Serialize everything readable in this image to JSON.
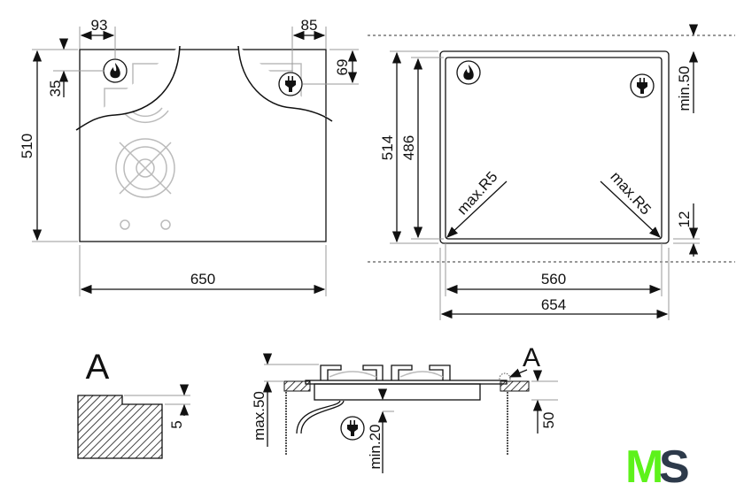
{
  "top_view": {
    "d93": "93",
    "d85": "85",
    "d35": "35",
    "d69": "69",
    "d510": "510",
    "d650": "650"
  },
  "cutout_view": {
    "d514": "514",
    "d486": "486",
    "min50": "min.50",
    "d12": "12",
    "d560": "560",
    "d654": "654",
    "r5_left": "max.R5",
    "r5_right": "max.R5"
  },
  "detail": {
    "label": "A",
    "d5": "5"
  },
  "section": {
    "max50": "max.50",
    "min20": "min.20",
    "d50": "50",
    "label": "A"
  },
  "logo": {
    "text_m": "M",
    "text_s": "S",
    "color_m": "#5df21a",
    "color_s": "#2d3a4a"
  },
  "icons": [
    "gas-flame-icon",
    "electric-plug-icon"
  ]
}
